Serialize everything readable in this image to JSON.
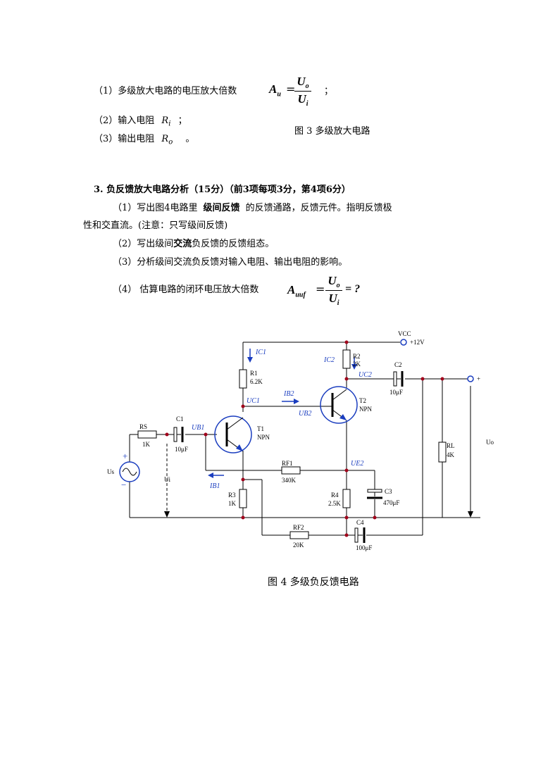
{
  "section2": {
    "item1_prefix": "（1）多级放大电路的电压放大倍数",
    "Au_symbol": "A",
    "Au_sub": "u",
    "equals": "=",
    "num": "U",
    "num_sub": "o",
    "den": "U",
    "den_sub": "i",
    "item1_suffix": "；",
    "item2_prefix": "（2）输入电阻",
    "item2_symbol": "R",
    "item2_sub": "i",
    "item2_suffix": "；",
    "item3_prefix": "（3）输出电阻",
    "item3_symbol": "R",
    "item3_sub": "o",
    "item3_suffix": "。",
    "fig3_caption": "图 3  多级放大电路"
  },
  "section3": {
    "heading": "3. 负反馈放大电路分析（15分）（前3项每项3分，第4项6分）",
    "q1_a": "（1）写出图4电路里",
    "q1_bold": "级间反馈",
    "q1_b": "的反馈通路，反馈元件。指明反馈极",
    "q1_line2": "性和交直流。(注意：只写级间反馈)",
    "q2_a": "（2）写出级间",
    "q2_bold": "交流",
    "q2_b": "负反馈的反馈组态。",
    "q3": "（3）分析级间交流负反馈对输入电阻、输出电阻的影响。",
    "q4_prefix": "（4）  估算电路的闭环电压放大倍数",
    "Auuf_symbol": "A",
    "Auuf_sub": "uuf",
    "equals": "=",
    "num": "U",
    "num_sub": "o",
    "den": "U",
    "den_sub": "i",
    "q4_suffix": "= ?"
  },
  "circuit": {
    "vcc": "VCC",
    "vcc_value": "+12V",
    "IC1": "IC1",
    "IC2": "IC2",
    "R1_name": "R1",
    "R1_value": "6.2K",
    "R2_name": "R2",
    "R2_value": "2K",
    "C2_name": "C2",
    "C2_value": "10μF",
    "UC2": "UC2",
    "UC1": "UC1",
    "IB2": "IB2",
    "UB2": "UB2",
    "T2_name": "T2",
    "T2_type": "NPN",
    "T1_name": "T1",
    "T1_type": "NPN",
    "RS_name": "RS",
    "RS_value": "1K",
    "C1_name": "C1",
    "C1_value": "10μF",
    "UB1": "UB1",
    "RL_name": "RL",
    "RL_value": "4K",
    "Uo": "Uo",
    "plus": "+",
    "Us": "Us",
    "Ui": "Ui",
    "RF1_name": "RF1",
    "RF1_value": "340K",
    "UE2": "UE2",
    "IB1": "IB1",
    "R3_name": "R3",
    "R3_value": "1K",
    "R4_name": "R4",
    "R4_value": "2.5K",
    "C3_name": "C3",
    "C3_value": "470μF",
    "RF2_name": "RF2",
    "RF2_value": "20K",
    "C4_name": "C4",
    "C4_value": "100μF"
  },
  "fig4_caption": "图 4    多级负反馈电路"
}
